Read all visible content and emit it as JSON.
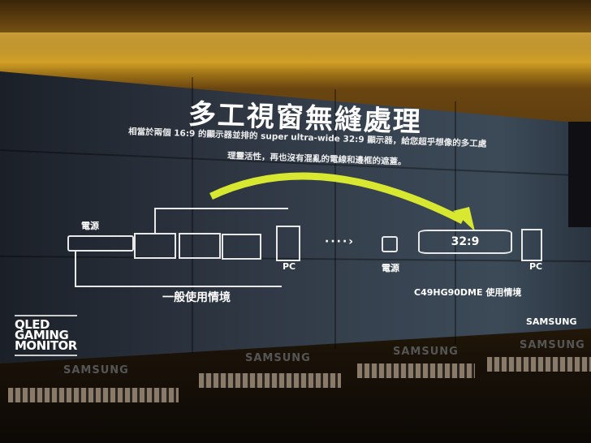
{
  "slide": {
    "title": "多工視窗無縫處理",
    "subtitle_line1": "相當於兩個 16:9 的顯示器並排的 super ultra-wide 32:9 顯示器，給您超乎想像的多工處",
    "subtitle_line2": "理靈活性，再也沒有混亂的電線和邊框的遮蓋。",
    "left_power_label": "電源",
    "left_pc_label": "PC",
    "left_caption": "一般使用情境",
    "ratio_label": "32:9",
    "right_power_label": "電源",
    "right_pc_label": "PC",
    "right_caption": "C49HG90DME 使用情境",
    "brand": "SAMSUNG",
    "logo": "QLED GAMING MONITOR",
    "arrow_color": "#d8e830"
  },
  "bezel_brands": [
    "SAMSUNG",
    "SAMSUNG",
    "SAMSUNG",
    "SAMSUNG"
  ]
}
